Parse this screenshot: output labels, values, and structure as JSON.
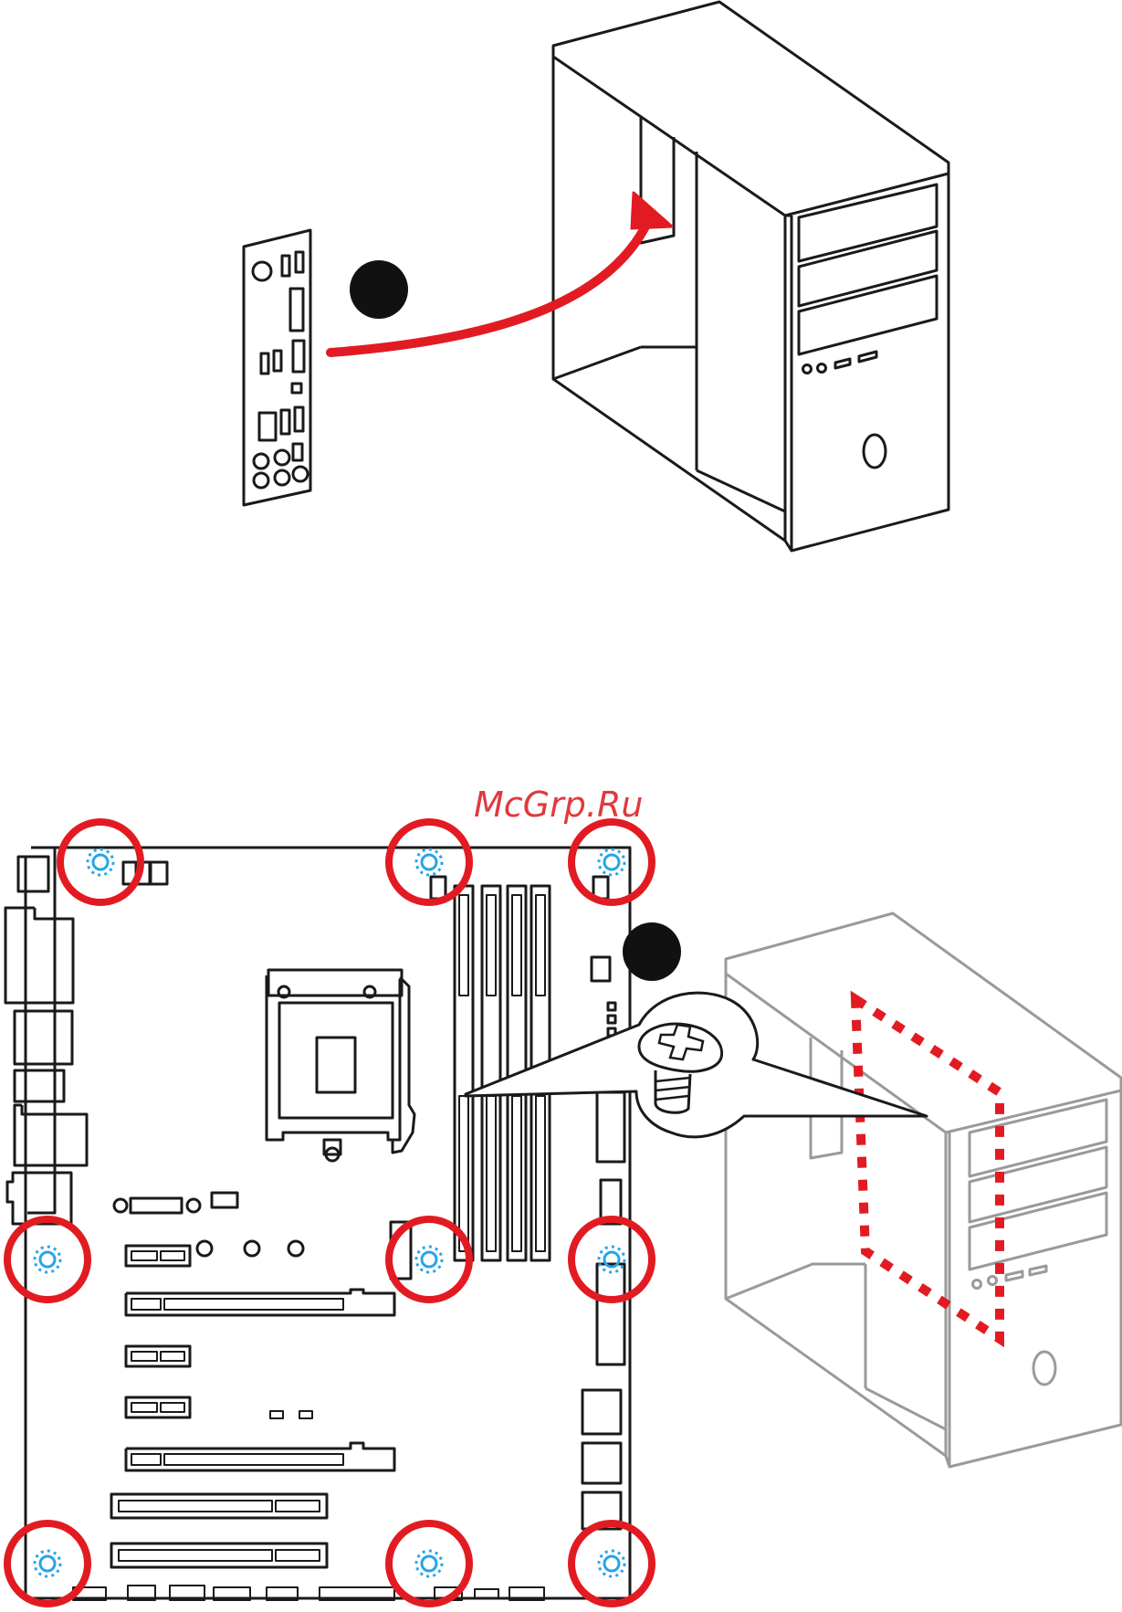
{
  "watermark": {
    "text": "McGrp.Ru"
  },
  "colors": {
    "line": "#1a1a1a",
    "accent_red": "#e21b23",
    "mount_blue": "#27a5e6",
    "case_gray": "#9a9a9a",
    "step_marker": "#111111"
  },
  "steps": [
    {
      "id": "step-1",
      "marker": "filled-circle"
    },
    {
      "id": "step-2",
      "marker": "filled-circle"
    }
  ],
  "icons": {
    "io_shield": "io-shield-icon",
    "pc_case": "pc-case-icon",
    "motherboard": "motherboard-icon",
    "screw": "screw-icon",
    "mount_point": "standoff-mount-icon",
    "arrow": "insert-arrow-icon"
  },
  "mount_points_count": 9
}
